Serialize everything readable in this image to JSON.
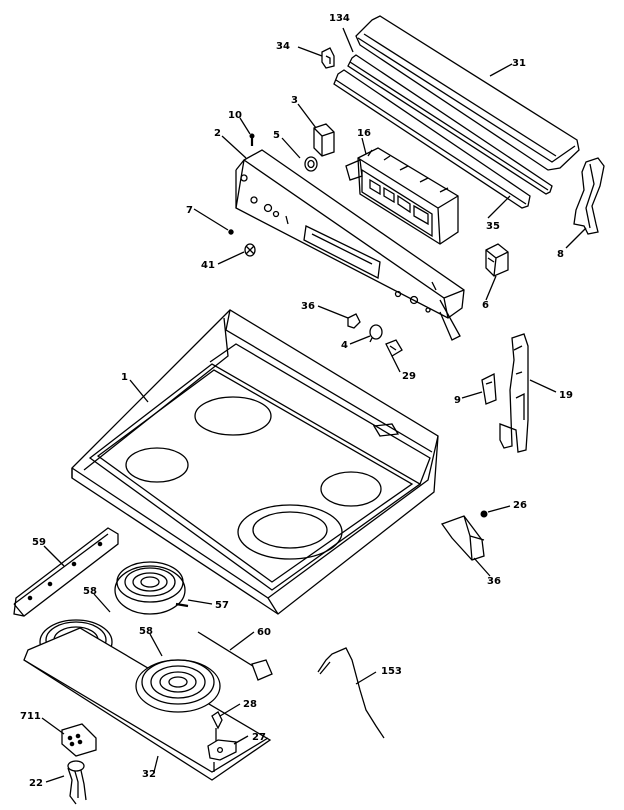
{
  "callouts": {
    "c134": "134",
    "c34": "34",
    "c31": "31",
    "c3": "3",
    "c10": "10",
    "c5": "5",
    "c2": "2",
    "c16": "16",
    "c7": "7",
    "c35": "35",
    "c8": "8",
    "c41": "41",
    "c6": "6",
    "c36a": "36",
    "c4": "4",
    "c29": "29",
    "c1": "1",
    "c9": "9",
    "c19": "19",
    "c26": "26",
    "c36b": "36",
    "c59": "59",
    "c58a": "58",
    "c57": "57",
    "c58b": "58",
    "c60": "60",
    "c153": "153",
    "c28": "28",
    "c711": "711",
    "c27": "27",
    "c22": "22",
    "c32": "32"
  }
}
